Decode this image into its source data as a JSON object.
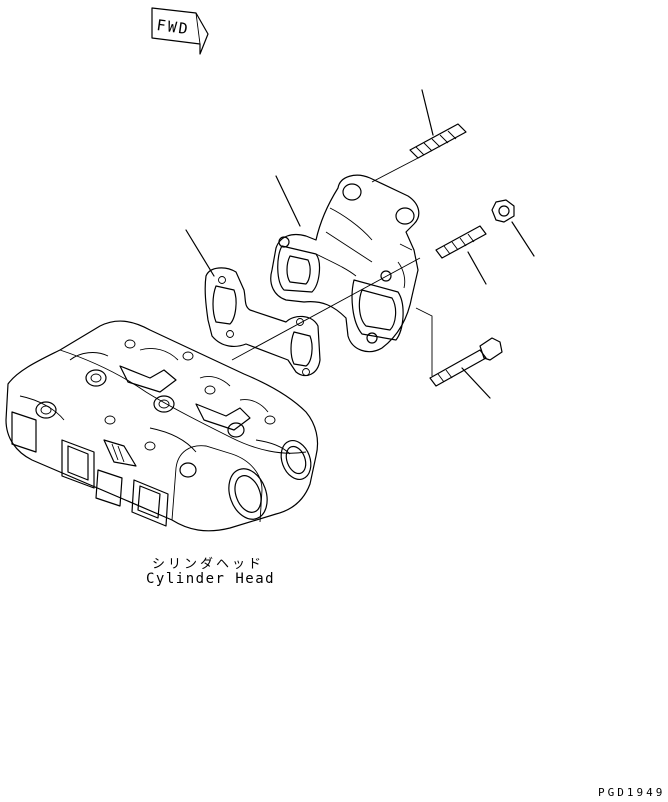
{
  "diagram": {
    "fwd_label": "FWD",
    "caption_jp": "シリンダヘッド",
    "caption_en": "Cylinder Head",
    "drawing_code": "PGD1949"
  },
  "parts": [
    {
      "name": "stud-bolt-top",
      "icon": "stud-bolt-icon"
    },
    {
      "name": "exhaust-manifold",
      "icon": "manifold-icon"
    },
    {
      "name": "manifold-gasket",
      "icon": "gasket-icon"
    },
    {
      "name": "stud-bolt-middle",
      "icon": "stud-bolt-icon"
    },
    {
      "name": "flange-nut",
      "icon": "nut-icon"
    },
    {
      "name": "flange-bolt",
      "icon": "bolt-icon"
    },
    {
      "name": "cylinder-head",
      "icon": "cylinder-head-icon"
    }
  ]
}
